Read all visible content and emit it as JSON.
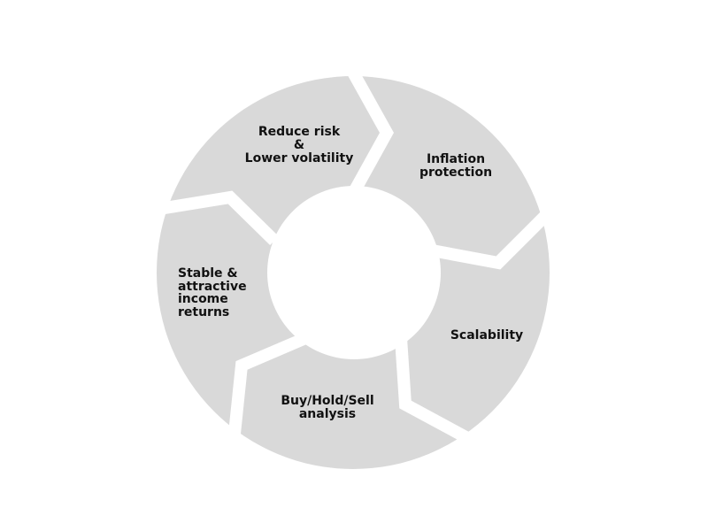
{
  "colors": {
    "segment": "#d9d9d9",
    "gap": "#ffffff",
    "text": "#111111"
  },
  "segments": [
    {
      "lines": [
        "Reduce risk",
        "&",
        "Lower volatility"
      ]
    },
    {
      "lines": [
        "Inflation",
        "protection"
      ]
    },
    {
      "lines": [
        "Scalability"
      ]
    },
    {
      "lines": [
        "Buy/Hold/Sell",
        "analysis"
      ]
    },
    {
      "lines": [
        "Stable &",
        "attractive",
        "income",
        "returns"
      ]
    }
  ]
}
